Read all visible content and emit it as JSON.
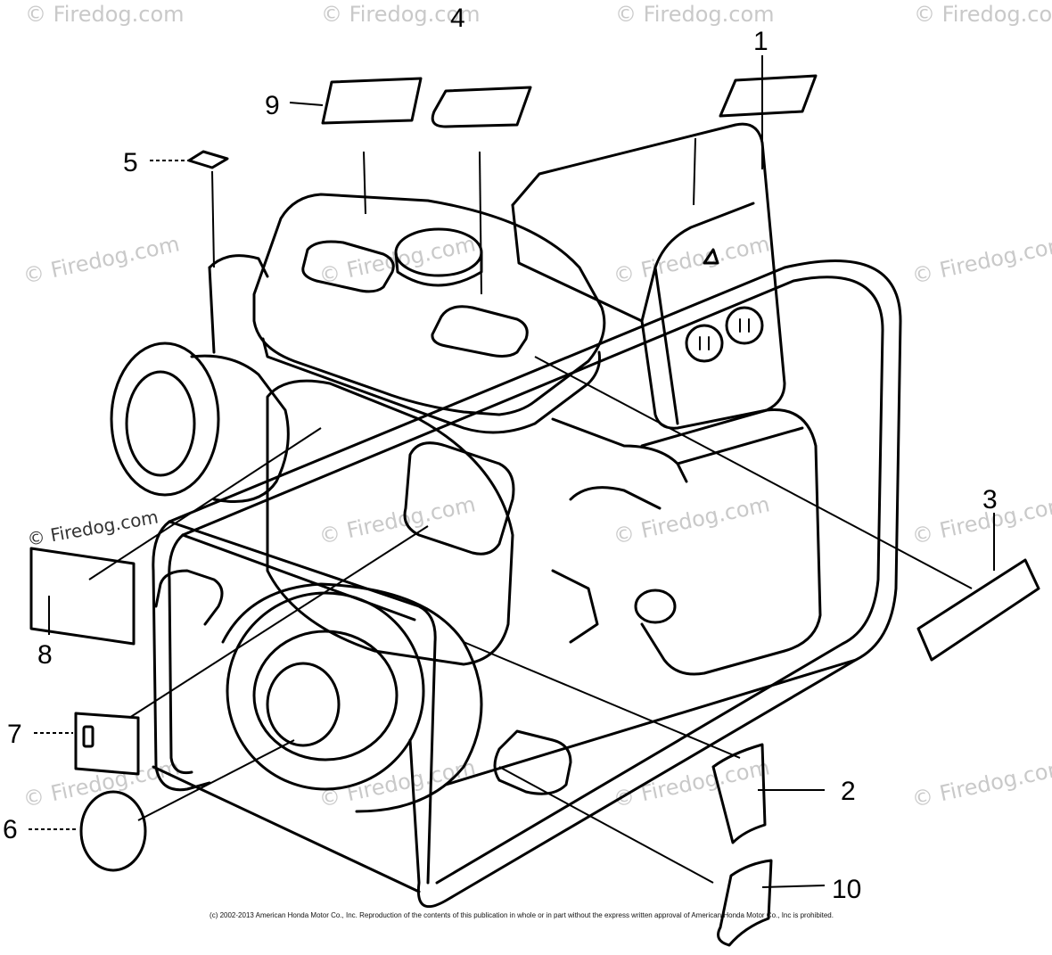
{
  "watermark": "© Firedog.com",
  "copyright": "(c) 2002-2013 American Honda Motor Co., Inc. Reproduction of the contents of this publication in whole or in part without the express written approval of American Honda Motor Co., Inc is prohibited.",
  "callouts": {
    "c1": "1",
    "c2": "2",
    "c3": "3",
    "c4": "4",
    "c5": "5",
    "c6": "6",
    "c7": "7",
    "c8": "8",
    "c9": "9",
    "c10": "10"
  },
  "colors": {
    "ink": "#000000",
    "watermark": "#c9c9c9",
    "background": "#ffffff"
  }
}
